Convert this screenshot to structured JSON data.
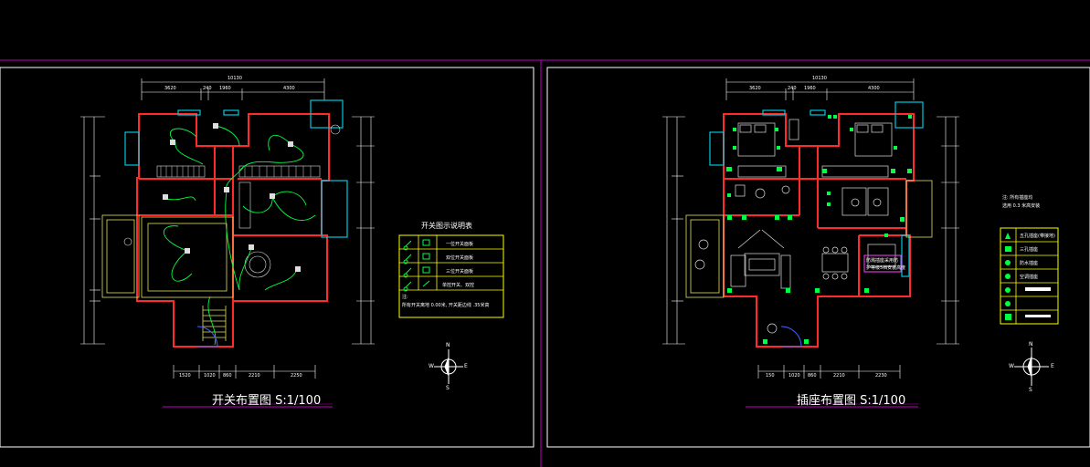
{
  "colors": {
    "background": "#000000",
    "frame": "#c000c0",
    "wall": "#ff2a2a",
    "window": "#00c8e0",
    "wiring": "#00ff40",
    "dimension": "#ffffff",
    "furniture": "#ffffff",
    "table_border": "#ffff00"
  },
  "left_sheet": {
    "title": "开关布置图 S:1/100",
    "overall_dim": "10130",
    "top_dims": [
      "3620",
      "240",
      "1960",
      "4300"
    ],
    "bottom_dims": [
      "1520",
      "1020",
      "860",
      "2210",
      "2250"
    ],
    "legend": {
      "title": "开关图示说明表",
      "rows": [
        {
          "icon": "single-switch-icon",
          "text": "一位开关面板"
        },
        {
          "icon": "double-switch-icon",
          "text": "双位开关面板"
        },
        {
          "icon": "triple-switch-icon",
          "text": "三位开关面板"
        },
        {
          "icon": "dual-control-switch-icon",
          "text": "单控开关、双控"
        }
      ],
      "note_label": "注:",
      "note": "所有开关离地 0.00米, 开关距边线 .35米高"
    }
  },
  "right_sheet": {
    "title": "插座布置图 S:1/100",
    "overall_dim": "10130",
    "top_dims": [
      "3620",
      "240",
      "1960",
      "4300"
    ],
    "bottom_dims": [
      "150",
      "1020",
      "860",
      "2210",
      "2230"
    ],
    "callout_lines": [
      "防溅插座采用防",
      "护等级5档安装高度"
    ],
    "note_lines": [
      "注: 所有插座均",
      "选用 0.3 米高安装"
    ],
    "legend_rows": [
      {
        "icon": "socket-type-a-icon",
        "text": "五孔插座(带接地)"
      },
      {
        "icon": "socket-type-b-icon",
        "text": "三孔插座"
      },
      {
        "icon": "socket-type-c-icon",
        "text": "防水插座"
      },
      {
        "icon": "socket-type-d-icon",
        "text": "空调插座"
      },
      {
        "icon": "socket-type-e-icon",
        "text": ""
      },
      {
        "icon": "socket-type-f-icon",
        "text": ""
      },
      {
        "icon": "socket-type-g-icon",
        "text": ""
      }
    ]
  },
  "compass": {
    "n": "N",
    "s": "S",
    "w": "W",
    "e": "E"
  }
}
